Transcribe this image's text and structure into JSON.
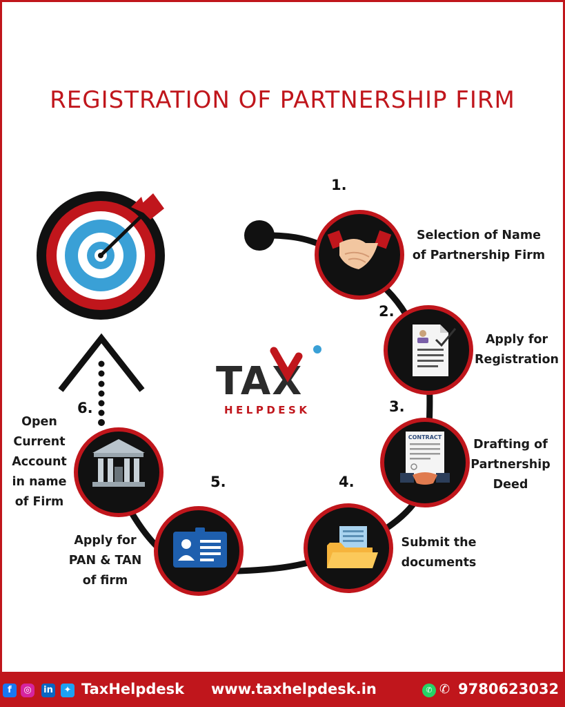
{
  "title": "REGISTRATION OF PARTNERSHIP FIRM",
  "steps": [
    {
      "number": "1.",
      "lines": [
        "Selection of Name",
        "of Partnership Firm"
      ],
      "icon": "handshake-icon"
    },
    {
      "number": "2.",
      "lines": [
        "Apply for",
        "Registration"
      ],
      "icon": "application-form-icon"
    },
    {
      "number": "3.",
      "lines": [
        "Drafting of",
        "Partnership",
        "Deed"
      ],
      "icon": "contract-icon"
    },
    {
      "number": "4.",
      "lines": [
        "Submit the",
        "documents"
      ],
      "icon": "folder-icon"
    },
    {
      "number": "5.",
      "lines": [
        "Apply for",
        "PAN & TAN",
        "of firm"
      ],
      "icon": "id-card-icon"
    },
    {
      "number": "6.",
      "lines": [
        "Open",
        "Current",
        "Account",
        "in name",
        "of Firm"
      ],
      "icon": "bank-icon"
    }
  ],
  "logo": {
    "main": "TAX",
    "sub": "HELPDESK"
  },
  "footer": {
    "brand": "TaxHelpdesk",
    "website": "www.taxhelpdesk.in",
    "phone": "9780623032",
    "social_icons": [
      "facebook-icon",
      "instagram-icon",
      "linkedin-icon",
      "twitter-icon"
    ]
  },
  "colors": {
    "accent": "#c0161c",
    "dark": "#111111",
    "target_blue": "#3aa0d6"
  }
}
